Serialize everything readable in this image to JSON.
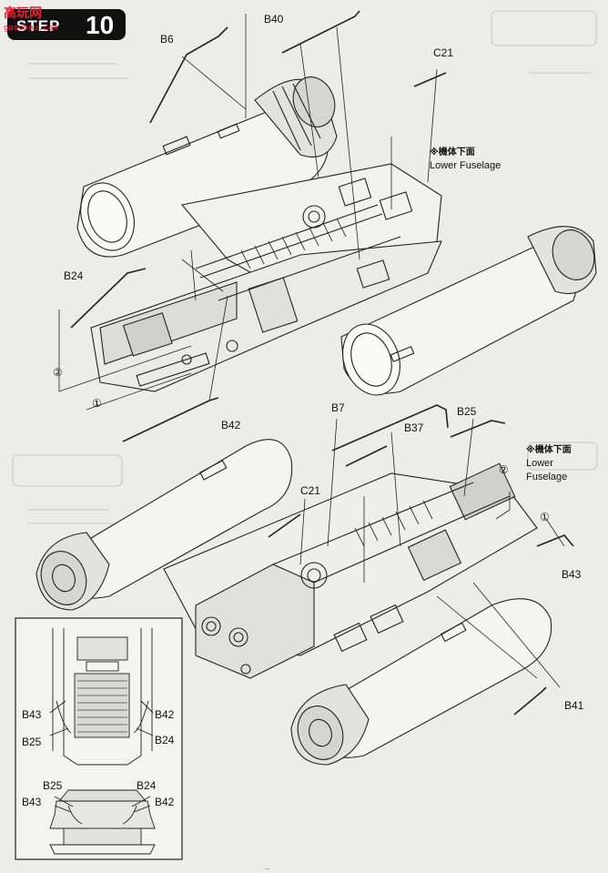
{
  "step": {
    "word": "STEP",
    "number": "10"
  },
  "watermark": {
    "logo": "高玩网",
    "url": "gaoshou.com"
  },
  "notes": [
    {
      "jp": "※機体下面",
      "en": "Lower Fuselage"
    },
    {
      "jp": "※機体下面",
      "en": "Lower",
      "en2": "Fuselage"
    }
  ],
  "labels": {
    "top": {
      "b6": "B6",
      "b40": "B40",
      "c21": "C21",
      "b24": "B24",
      "b42": "B42",
      "m1": "①",
      "m2": "②"
    },
    "bottom": {
      "b7": "B7",
      "b37": "B37",
      "b25": "B25",
      "c21": "C21",
      "b43": "B43",
      "b41": "B41",
      "m1": "①",
      "m2": "②"
    },
    "inset1": {
      "b43": "B43",
      "b42": "B42",
      "b25": "B25",
      "b24": "B24"
    },
    "inset2": {
      "b25": "B25",
      "b24": "B24",
      "b43": "B43",
      "b42": "B42"
    }
  },
  "footer": "..."
}
